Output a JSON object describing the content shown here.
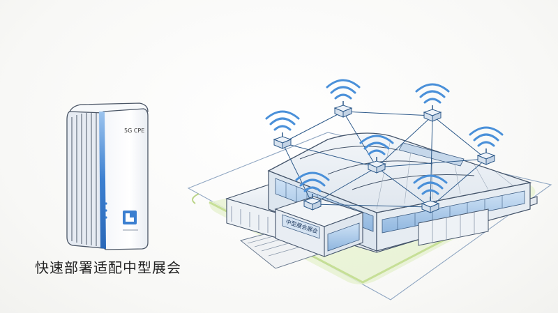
{
  "device": {
    "label": "5G CPE"
  },
  "caption": "快速部署适配中型展会",
  "building": {
    "sign": "中型展会展会"
  },
  "colors": {
    "accent_blue": "#3b7fd0",
    "wifi_blue": "#4a90d9",
    "grass_green": "#c9e59a",
    "line": "#2e5a8a"
  },
  "icons": [
    "wifi-icon",
    "router-icon",
    "cpe-device-icon",
    "building-icon"
  ]
}
